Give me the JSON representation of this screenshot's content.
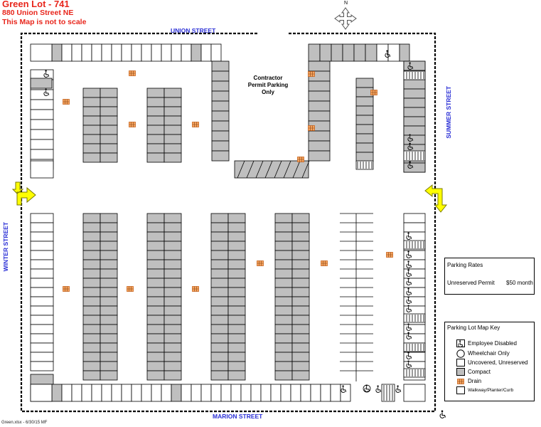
{
  "title": {
    "lot": "Green Lot  - 741",
    "address": "880 Union Street NE",
    "note": "This Map is not to scale"
  },
  "compass": {
    "label": "N"
  },
  "streets": {
    "north": "UNION STREET",
    "south": "MARION STREET",
    "east": "SUMMER STREET",
    "west": "WINTER STREET"
  },
  "contractor_area": {
    "line1": "Contractor",
    "line2": "Permit Parking",
    "line3": "Only"
  },
  "rates": {
    "title": "Parking Rates",
    "items": [
      {
        "label": "Unreserved Permit",
        "price": "$50 month"
      }
    ]
  },
  "legend": {
    "title": "Parking Lot Map Key",
    "items": [
      {
        "label": "Employee Disabled",
        "icon": "wheelchair-icon"
      },
      {
        "label": "Wheelchair Only",
        "icon": "circle-icon"
      },
      {
        "label": "Uncovered, Unreserved",
        "icon": "white-stall"
      },
      {
        "label": "Compact",
        "icon": "gray-stall"
      },
      {
        "label": "Drain",
        "icon": "drain-icon"
      },
      {
        "label": "Walkway/Planter/Curb",
        "icon": "walkway"
      }
    ]
  },
  "footer": "Green.xlsx - 6/30/15 MF",
  "colors": {
    "title": "#e8261c",
    "street": "#2a2fd6",
    "compact": "#bfbfbf",
    "drain": "#f4a460",
    "arrow": "#ffff00"
  }
}
